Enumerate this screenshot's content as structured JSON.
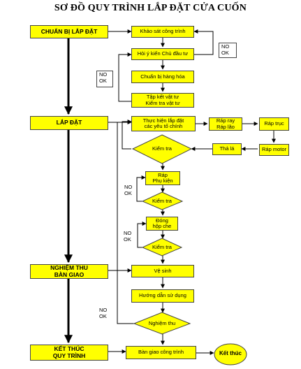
{
  "title": "SƠ ĐỒ QUY TRÌNH LẮP ĐẶT CỬA CUỐN",
  "stages": {
    "prep": "CHUẨN BỊ LẮP ĐẶT",
    "install": "LẮP ĐẶT",
    "acceptance": "NGHIỆM THU\nBÀN GIAO",
    "end": "KẾT THÚC\nQUY TRÌNH"
  },
  "steps": {
    "survey": "Khảo sát công trình",
    "consult": "Hỏi ý kiến Chủ đầu tư",
    "prepare_goods": "Chuẩn bị hàng hóa",
    "gather": "Tập kết vật tư\nKiểm tra vật tư",
    "follow_design": "Thực hiện lắp đặt\ncác yêu tố chính",
    "rail": "Ráp ray\nRáp lão",
    "shaft": "Ráp trục",
    "motor": "Ráp motor",
    "drop": "Thả lá",
    "accessories": "Ráp\nPhụ kiện",
    "cover": "Đóng\nhộp che",
    "cleaning": "Vệ sinh",
    "guide": "Hướng dẫn sử dụng",
    "handover": "Bàn giao công trình"
  },
  "decisions": {
    "check1": "Kiểm tra",
    "check2": "Kiểm tra",
    "check3": "Kiểm tra",
    "acceptance_check": "Nghiệm thu",
    "finish": "Kết thúc"
  },
  "labels": {
    "no_ok_1": "NO\nOK",
    "no_ok_2": "NO\nOK",
    "no_ok_3": "NO\nOK",
    "no_ok_4": "NO\nOK",
    "no_ok_5": "NO\nOK"
  }
}
